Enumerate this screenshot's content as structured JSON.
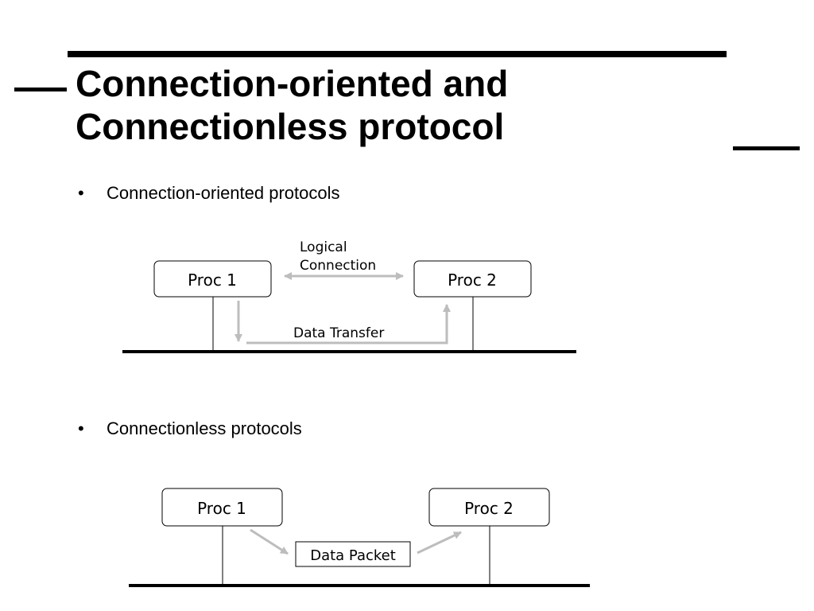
{
  "slide": {
    "title_lines": [
      "Connection-oriented and",
      "Connectionless protocol"
    ]
  },
  "sections": [
    {
      "bullet": "Connection-oriented protocols",
      "proc_left": "Proc 1",
      "proc_right": "Proc 2",
      "logical_connection_label": [
        "Logical",
        "Connection"
      ],
      "data_transfer_label": "Data Transfer"
    },
    {
      "bullet": "Connectionless protocols",
      "proc_left": "Proc 1",
      "proc_right": "Proc 2",
      "packet_label": "Data Packet"
    }
  ],
  "style": {
    "arrow_color": "#bdbdbd",
    "line_color": "#000000"
  }
}
